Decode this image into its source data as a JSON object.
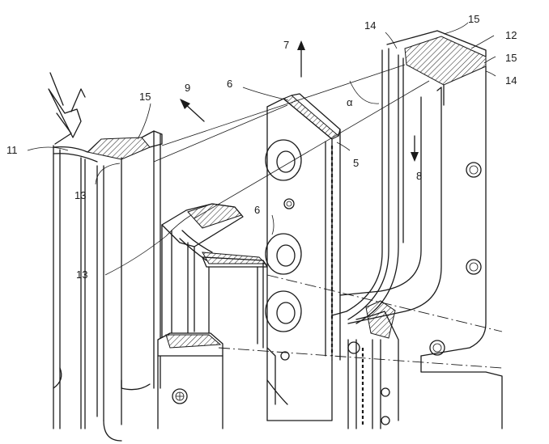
{
  "labels": {
    "n14a": "14",
    "n15a": "15",
    "n12": "12",
    "n15b": "15",
    "n14b": "14",
    "n7": "7",
    "n9": "9",
    "n6a": "6",
    "n15c": "15",
    "alpha": "α",
    "n11": "11",
    "n5": "5",
    "n8": "8",
    "n13a": "13",
    "n6b": "6",
    "n13b": "13"
  }
}
